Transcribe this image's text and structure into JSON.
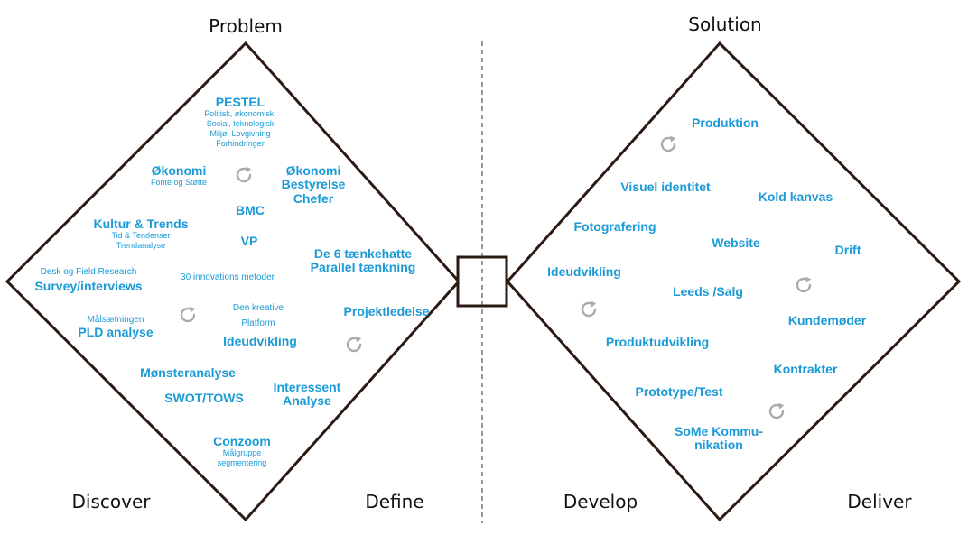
{
  "labels": {
    "problem": "Problem",
    "solution": "Solution",
    "discover": "Discover",
    "define": "Define",
    "develop": "Develop",
    "deliver": "Deliver"
  },
  "colors": {
    "accent": "#1a9ad6",
    "stroke": "#2b1a14",
    "loop": "#aaaaaa"
  },
  "icons": {
    "loop": "refresh-icon"
  },
  "problem_items": [
    {
      "title": "PESTEL",
      "sub": [
        "Politisk, økonomisk,",
        "Social, teknologisk",
        "Miljø, Lovgivning",
        "Forhindringer"
      ]
    },
    {
      "title": "Økonomi",
      "sub": [
        "Fonte og Støtte"
      ]
    },
    {
      "title": "Økonomi\nBestyrelse\nChefer",
      "sub": []
    },
    {
      "title": "BMC",
      "sub": []
    },
    {
      "title": "Kultur & Trends",
      "sub": [
        "Tid & Tendenser",
        "Trendanalyse"
      ]
    },
    {
      "title": "VP",
      "sub": []
    },
    {
      "title": "De 6 tænkehatte\nParallel tænkning",
      "sub": []
    },
    {
      "title": "Desk og Field Research",
      "small": true,
      "sub": []
    },
    {
      "title": "Survey/interviews",
      "sub": []
    },
    {
      "title": "30 innovations metoder",
      "small": true,
      "sub": []
    },
    {
      "title": "Den kreative",
      "small": true,
      "sub": []
    },
    {
      "title": "Platform",
      "small": true,
      "sub": []
    },
    {
      "title": "Målsætningen",
      "small": true,
      "sub": []
    },
    {
      "title": "PLD analyse",
      "sub": []
    },
    {
      "title": "Projektledelse",
      "sub": []
    },
    {
      "title": "Ideudvikling",
      "sub": []
    },
    {
      "title": "Mønsteranalyse",
      "sub": []
    },
    {
      "title": "SWOT/TOWS",
      "sub": []
    },
    {
      "title": "Interessent\nAnalyse",
      "sub": []
    },
    {
      "title": "Conzoom",
      "sub": [
        "Målgruppe",
        "segmentering"
      ]
    }
  ],
  "solution_items": [
    {
      "title": "Produktion",
      "sub": []
    },
    {
      "title": "Visuel identitet",
      "sub": []
    },
    {
      "title": "Kold kanvas",
      "sub": []
    },
    {
      "title": "Fotografering",
      "sub": []
    },
    {
      "title": "Website",
      "sub": []
    },
    {
      "title": "Drift",
      "sub": []
    },
    {
      "title": "Ideudvikling",
      "sub": []
    },
    {
      "title": "Leeds /Salg",
      "sub": []
    },
    {
      "title": "Kundemøder",
      "sub": []
    },
    {
      "title": "Produktudvikling",
      "sub": []
    },
    {
      "title": "Kontrakter",
      "sub": []
    },
    {
      "title": "Prototype/Test",
      "sub": []
    },
    {
      "title": "SoMe Kommu-\nnikation",
      "sub": []
    }
  ]
}
